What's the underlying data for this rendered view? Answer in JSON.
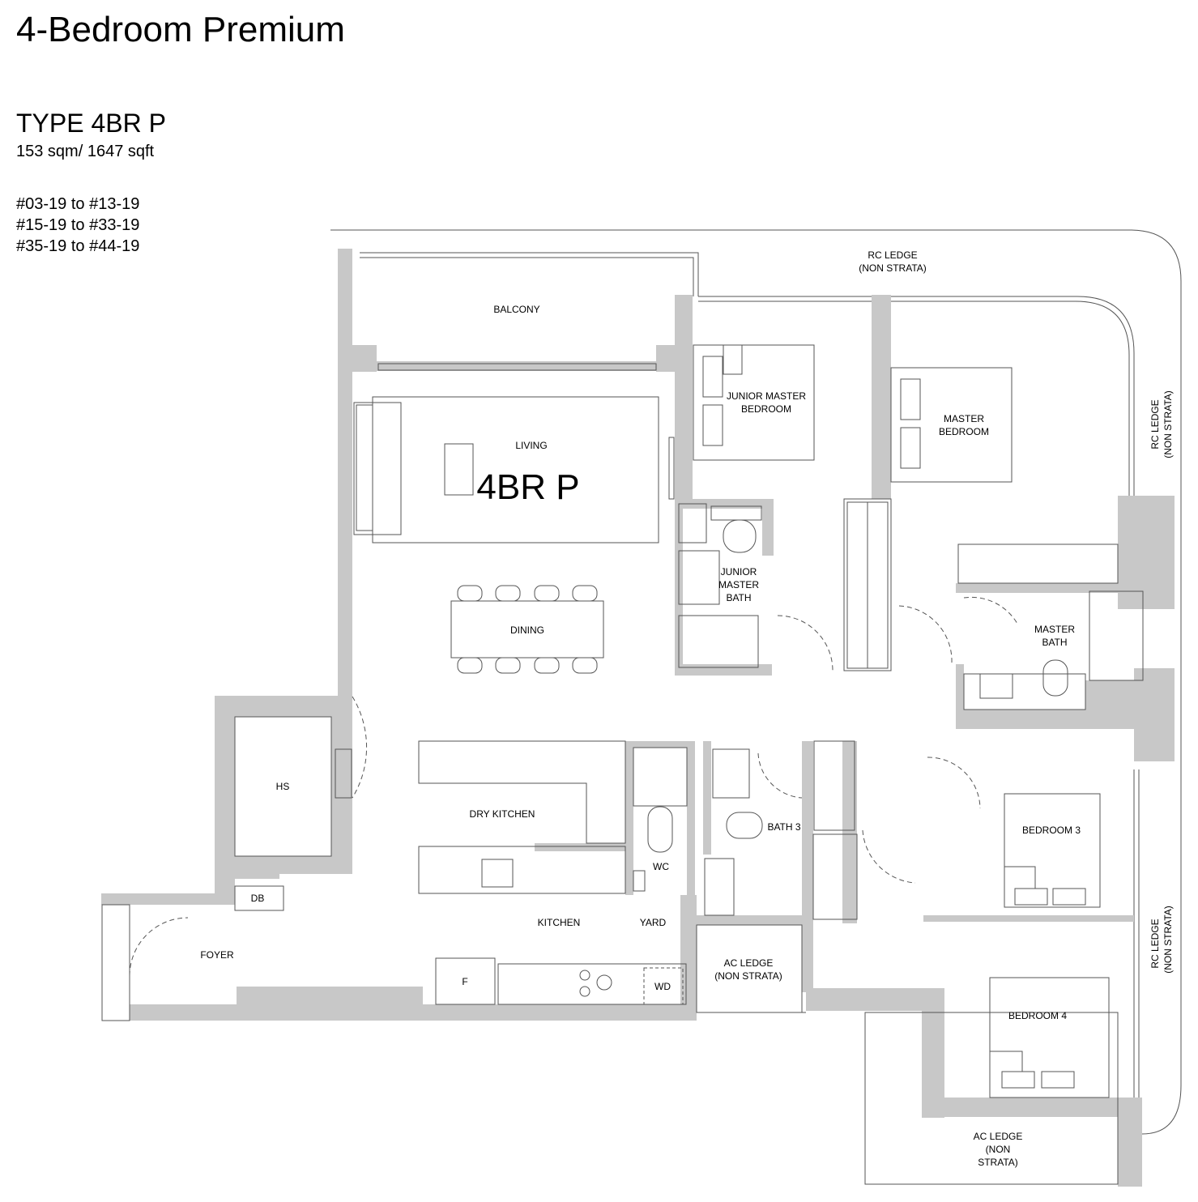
{
  "title": "4-Bedroom Premium",
  "unit_type": "TYPE 4BR P",
  "area": "153 sqm/ 1647 sqft",
  "units": [
    "#03-19 to #13-19",
    "#15-19 to #33-19",
    "#35-19 to #44-19"
  ],
  "plan_code": "4BR P",
  "rooms": {
    "rc_ledge_top": [
      "RC LEDGE",
      "(NON STRATA)"
    ],
    "balcony": "BALCONY",
    "living": "LIVING",
    "dining": "DINING",
    "junior_master_bedroom": [
      "JUNIOR MASTER",
      "BEDROOM"
    ],
    "master_bedroom": [
      "MASTER",
      "BEDROOM"
    ],
    "rc_ledge_right_top": [
      "RC LEDGE",
      "(NON STRATA)"
    ],
    "junior_master_bath": [
      "JUNIOR",
      "MASTER",
      "BATH"
    ],
    "master_bath": [
      "MASTER",
      "BATH"
    ],
    "hs": "HS",
    "dry_kitchen": "DRY KITCHEN",
    "wc": "WC",
    "bath_3": "BATH 3",
    "bedroom_3": "BEDROOM 3",
    "db": "DB",
    "kitchen": "KITCHEN",
    "yard": "YARD",
    "foyer": "FOYER",
    "fridge": "F",
    "washer_dryer": "WD",
    "ac_ledge_mid": [
      "AC LEDGE",
      "(NON STRATA)"
    ],
    "rc_ledge_right_bottom": [
      "RC LEDGE",
      "(NON STRATA)"
    ],
    "bedroom_4": "BEDROOM 4",
    "ac_ledge_bottom": [
      "AC LEDGE",
      "(NON",
      "STRATA)"
    ]
  },
  "colors": {
    "wall": "#c8c8c8",
    "line": "#555555",
    "text": "#000000"
  }
}
